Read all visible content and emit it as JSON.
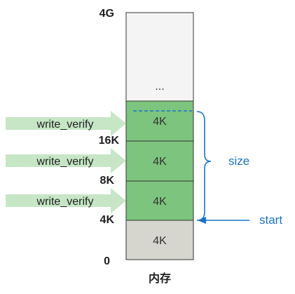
{
  "memory": {
    "title": "内存",
    "top_cell_text": "...",
    "page_label": "4K",
    "address_labels": {
      "top": "4G",
      "a16k": "16K",
      "a8k": "8K",
      "a4k": "4K",
      "zero": "0"
    },
    "operation_label": "write_verify",
    "size_label": "size",
    "start_label": "start"
  },
  "colors": {
    "top_cell": "#f4f4f4",
    "green_cell": "#7dc47e",
    "low_cell": "#d6d6cf",
    "arrow_fill": "#c6e6c6",
    "accent_blue": "#1a73c7",
    "outline": "#333333"
  }
}
